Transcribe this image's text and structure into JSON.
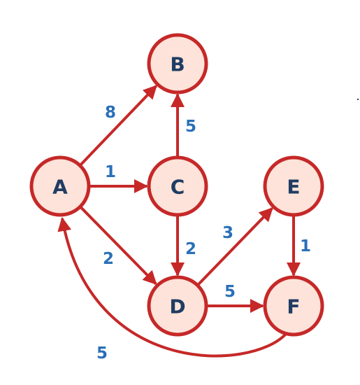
{
  "colors": {
    "edge": "#c62828",
    "node_fill": "#fde3d9",
    "node_stroke": "#c62828",
    "node_text": "#1f3d63",
    "weight_text": "#2a6fb8"
  },
  "nodes": [
    {
      "id": "A",
      "label": "A"
    },
    {
      "id": "B",
      "label": "B"
    },
    {
      "id": "C",
      "label": "C"
    },
    {
      "id": "D",
      "label": "D"
    },
    {
      "id": "E",
      "label": "E"
    },
    {
      "id": "F",
      "label": "F"
    }
  ],
  "edges": [
    {
      "from": "A",
      "to": "B",
      "weight": "8"
    },
    {
      "from": "A",
      "to": "C",
      "weight": "1"
    },
    {
      "from": "A",
      "to": "D",
      "weight": "2"
    },
    {
      "from": "C",
      "to": "B",
      "weight": "5"
    },
    {
      "from": "C",
      "to": "D",
      "weight": "2"
    },
    {
      "from": "D",
      "to": "E",
      "weight": "3"
    },
    {
      "from": "D",
      "to": "F",
      "weight": "5"
    },
    {
      "from": "E",
      "to": "F",
      "weight": "1"
    },
    {
      "from": "F",
      "to": "A",
      "weight": "5"
    }
  ]
}
